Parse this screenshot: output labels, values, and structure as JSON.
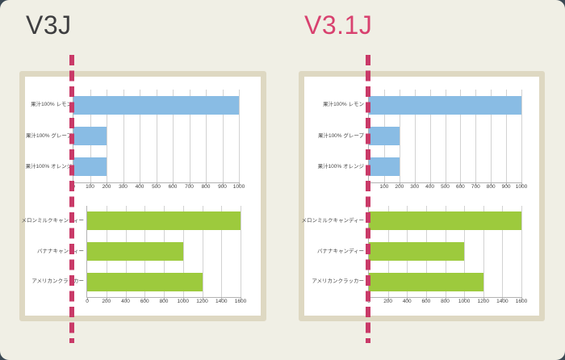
{
  "page": {
    "background": "#f0efe5",
    "frame_color": "#3b4954",
    "panel_border_color": "#ded8c2",
    "guide_color": "#c93a68"
  },
  "panels": [
    {
      "title": "V3J",
      "title_color": "#3e3e40"
    },
    {
      "title": "V3.1J",
      "title_color": "#d8416f"
    }
  ],
  "chart_data": [
    {
      "panel": "V3J",
      "type": "bar",
      "orientation": "horizontal",
      "title": "",
      "xlabel": "",
      "ylabel": "",
      "categories": [
        "果汁100% レモン",
        "果汁100% グレープ",
        "果汁100% オレンジ"
      ],
      "values": [
        1000,
        200,
        200
      ],
      "xlim": [
        0,
        1000
      ],
      "xticks": [
        0,
        100,
        200,
        300,
        400,
        500,
        600,
        700,
        800,
        900,
        1000
      ],
      "bar_color": "#89bce4",
      "grid": true,
      "legend": false
    },
    {
      "panel": "V3J",
      "type": "bar",
      "orientation": "horizontal",
      "title": "",
      "xlabel": "",
      "ylabel": "",
      "categories": [
        "メロンミルクキャンディー",
        "バナナキャンディー",
        "アメリカンクラッカー"
      ],
      "values": [
        1600,
        1000,
        1200
      ],
      "xlim": [
        0,
        1600
      ],
      "xticks": [
        0,
        200,
        400,
        600,
        800,
        1000,
        1200,
        1400,
        1600
      ],
      "bar_color": "#9dca3d",
      "grid": true,
      "legend": false
    },
    {
      "panel": "V3.1J",
      "type": "bar",
      "orientation": "horizontal",
      "title": "",
      "xlabel": "",
      "ylabel": "",
      "categories": [
        "果汁100% レモン",
        "果汁100% グレープ",
        "果汁100% オレンジ"
      ],
      "values": [
        1000,
        200,
        200
      ],
      "xlim": [
        0,
        1000
      ],
      "xticks": [
        0,
        100,
        200,
        300,
        400,
        500,
        600,
        700,
        800,
        900,
        1000
      ],
      "bar_color": "#89bce4",
      "grid": true,
      "legend": false
    },
    {
      "panel": "V3.1J",
      "type": "bar",
      "orientation": "horizontal",
      "title": "",
      "xlabel": "",
      "ylabel": "",
      "categories": [
        "メロンミルクキャンディー",
        "バナナキャンディー",
        "アメリカンクラッカー"
      ],
      "values": [
        1600,
        1000,
        1200
      ],
      "xlim": [
        0,
        1600
      ],
      "xticks": [
        0,
        200,
        400,
        600,
        800,
        1000,
        1200,
        1400,
        1600
      ],
      "bar_color": "#9dca3d",
      "grid": true,
      "legend": false
    }
  ]
}
